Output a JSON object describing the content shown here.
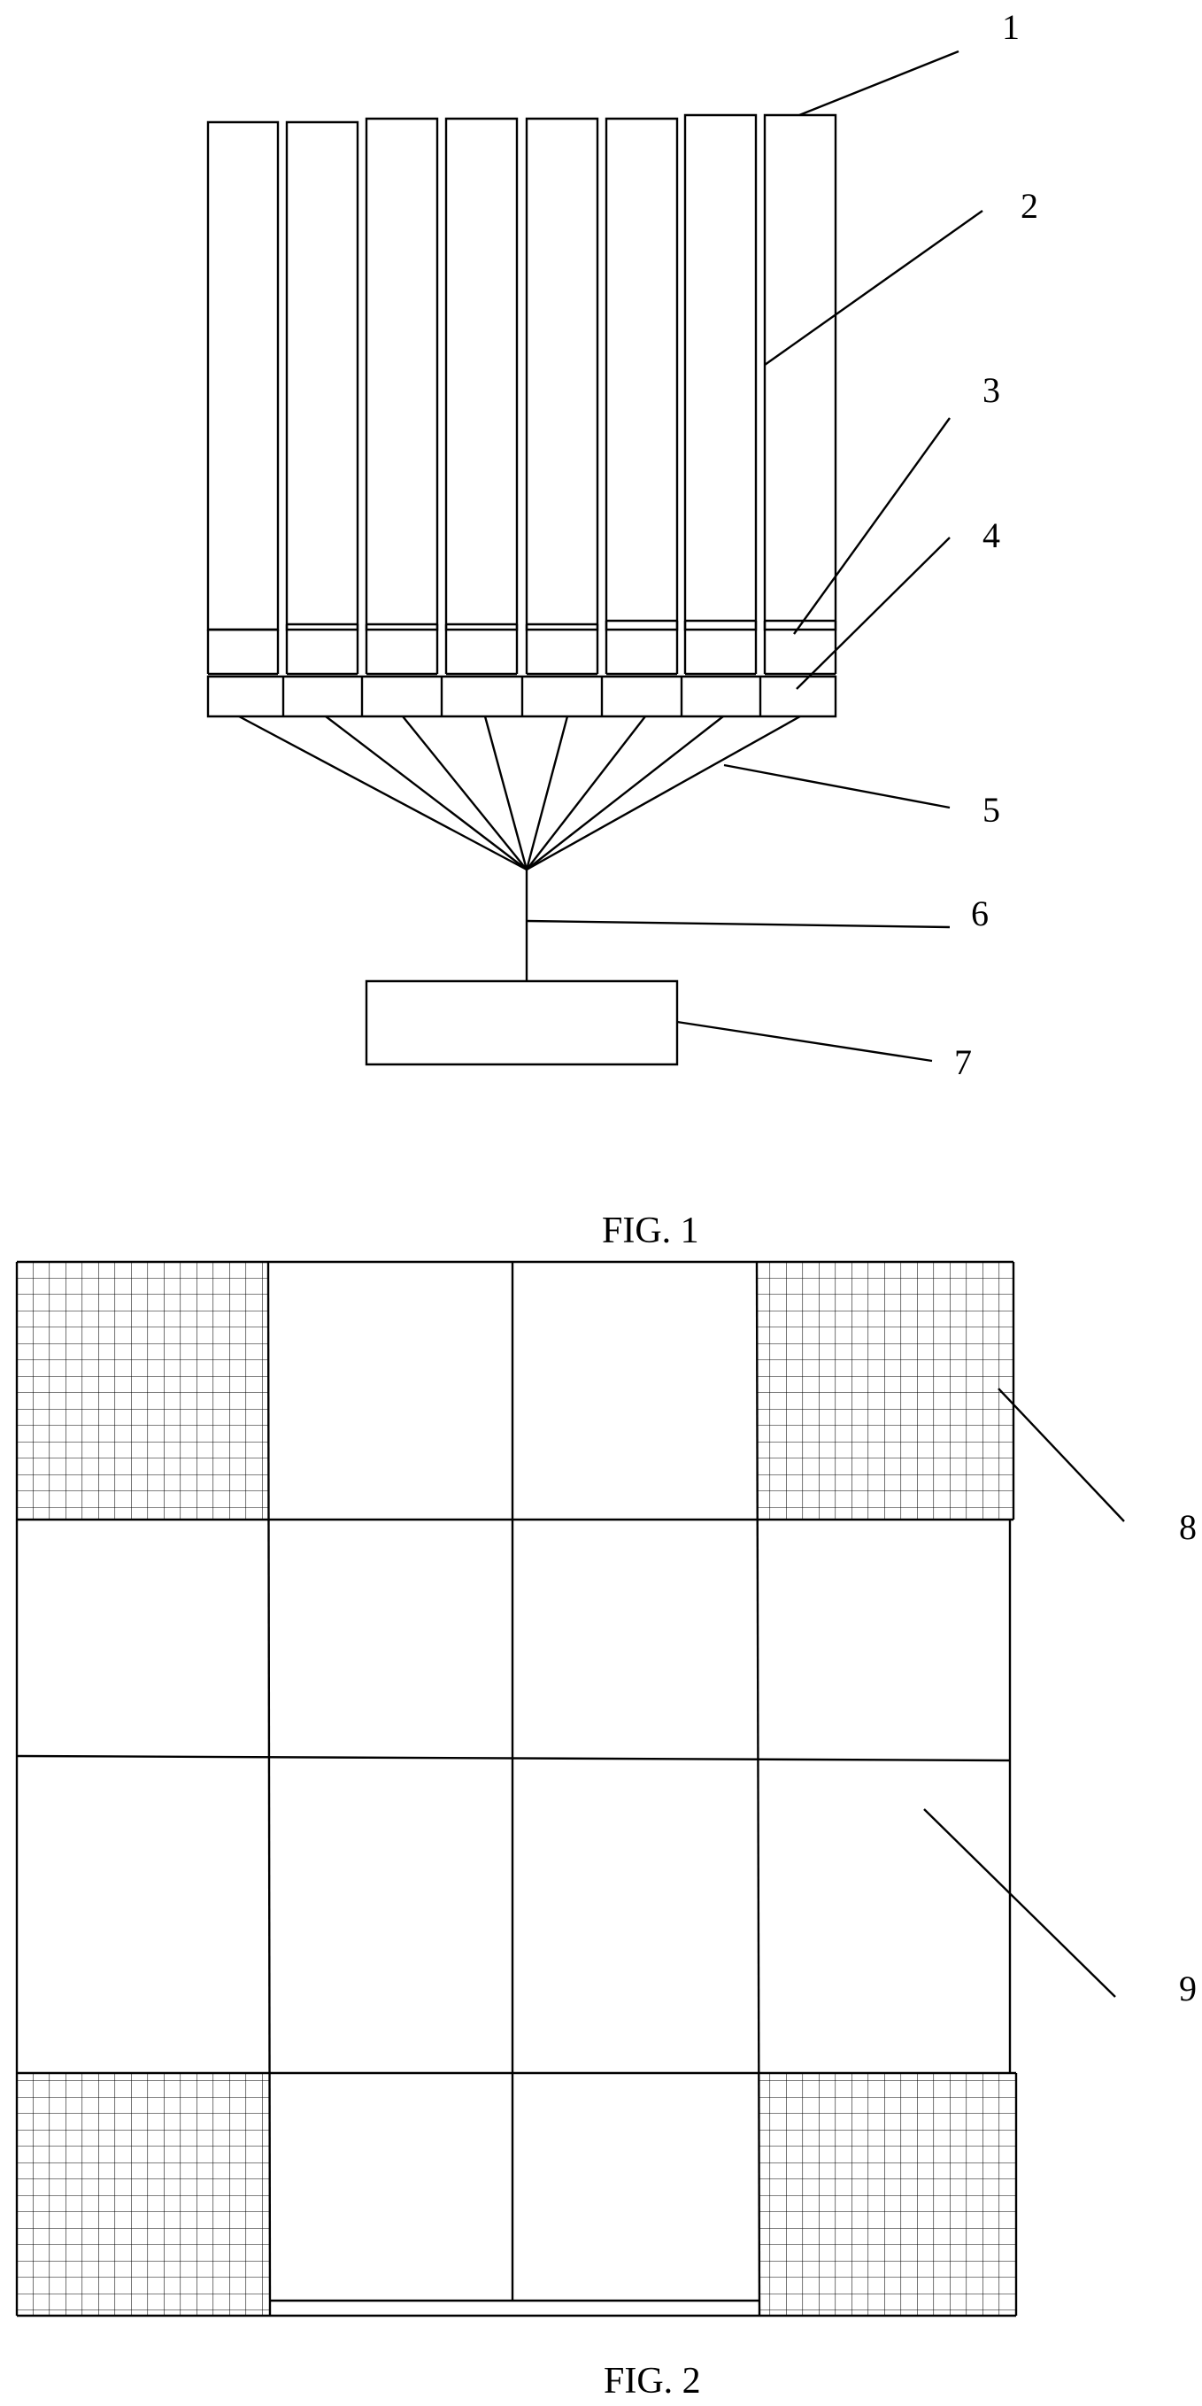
{
  "figure_1": {
    "caption": "FIG. 1",
    "reference_numerals": {
      "n1": "1",
      "n2": "2",
      "n3": "3",
      "n4": "4",
      "n5": "5",
      "n6": "6",
      "n7": "7"
    }
  },
  "figure_2": {
    "caption": "FIG. 2",
    "reference_numerals": {
      "n8": "8",
      "n9": "9"
    },
    "grid_rows": 4,
    "grid_cols": 4,
    "hatched_cells": [
      "top-left",
      "top-right",
      "bottom-left",
      "bottom-right"
    ]
  },
  "colors": {
    "line": "#000000",
    "background": "#ffffff"
  }
}
